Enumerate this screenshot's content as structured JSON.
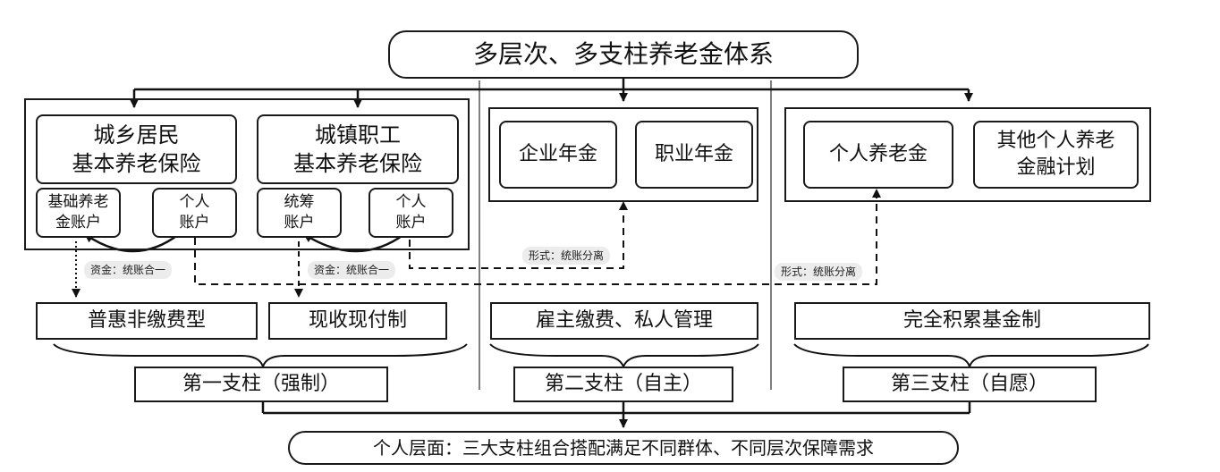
{
  "title": "多层次、多支柱养老金体系",
  "pillar1": {
    "box_a": {
      "title": "城乡居民\n基本养老保险",
      "sub1": "基础养老\n金账户",
      "sub2": "个人\n账户"
    },
    "box_b": {
      "title": "城镇职工\n基本养老保险",
      "sub1": "统筹\n账户",
      "sub2": "个人\n账户"
    },
    "feature_a": "普惠非缴费型",
    "feature_b": "现收现付制",
    "name": "第一支柱（强制）"
  },
  "pillar2": {
    "item1": "企业年金",
    "item2": "职业年金",
    "feature": "雇主缴费、私人管理",
    "name": "第二支柱（自主）"
  },
  "pillar3": {
    "item1": "个人养老金",
    "item2": "其他个人养老\n金融计划",
    "feature": "完全积累基金制",
    "name": "第三支柱（自愿）"
  },
  "tags": {
    "fund1": "资金：统账合一",
    "fund2": "资金：统账合一",
    "form2": "形式：统账分离",
    "form3": "形式：统账分离"
  },
  "bottom": "个人层面：三大支柱组合搭配满足不同群体、不同层次保障需求",
  "colors": {
    "line": "#1a1a1a",
    "tag_bg": "#ececec",
    "divider": "#555555"
  }
}
